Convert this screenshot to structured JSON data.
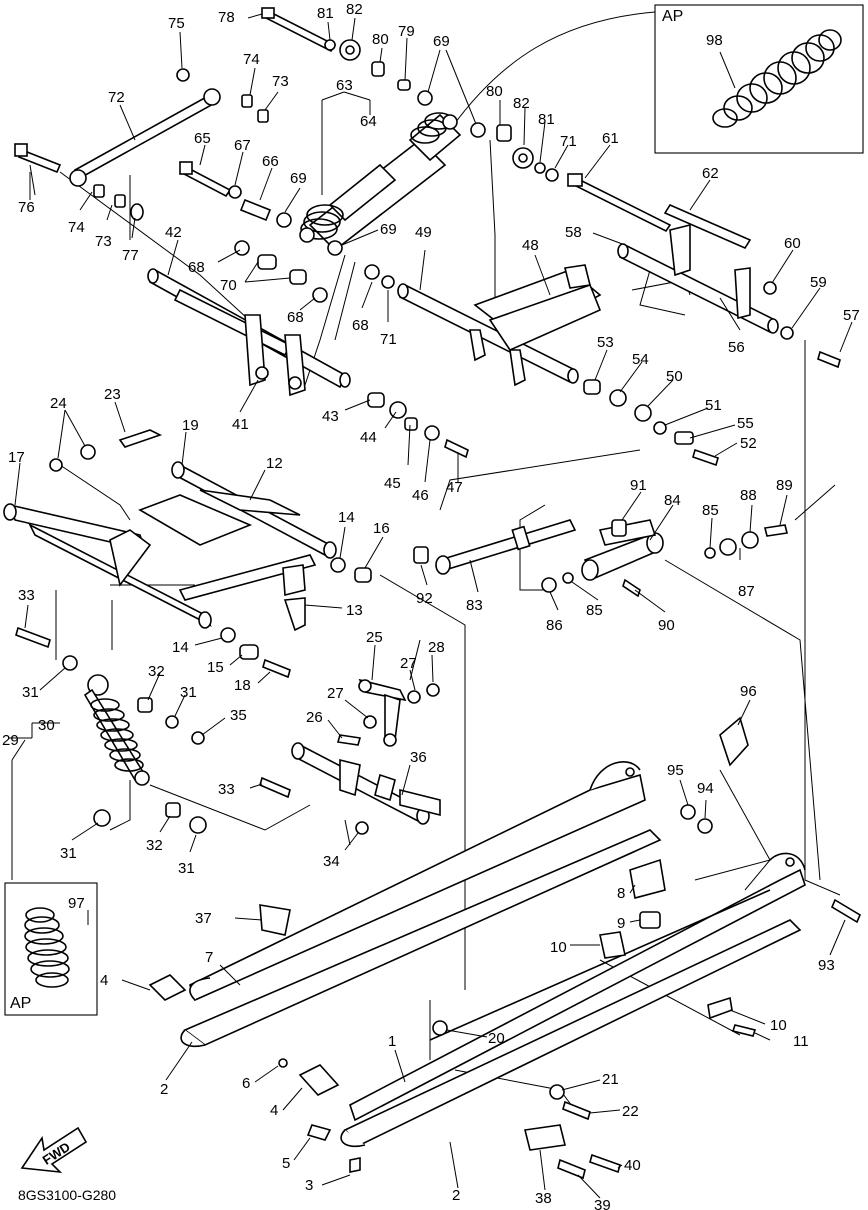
{
  "diagram": {
    "drawing_code": "8GS3100-G280",
    "fwd_label": "FWD",
    "inset_label": "AP",
    "callouts": {
      "c1": "1",
      "c2a": "2",
      "c2b": "2",
      "c3": "3",
      "c4a": "4",
      "c4b": "4",
      "c5": "5",
      "c6": "6",
      "c7": "7",
      "c8": "8",
      "c9": "9",
      "c10a": "10",
      "c10b": "10",
      "c11": "11",
      "c12": "12",
      "c13": "13",
      "c14a": "14",
      "c14b": "14",
      "c15": "15",
      "c16": "16",
      "c17": "17",
      "c18": "18",
      "c19": "19",
      "c20": "20",
      "c21": "21",
      "c22": "22",
      "c23": "23",
      "c24": "24",
      "c25": "25",
      "c26": "26",
      "c27a": "27",
      "c27b": "27",
      "c28": "28",
      "c29": "29",
      "c30": "30",
      "c31a": "31",
      "c31b": "31",
      "c31c": "31",
      "c31d": "31",
      "c32a": "32",
      "c32b": "32",
      "c33a": "33",
      "c33b": "33",
      "c34": "34",
      "c35": "35",
      "c36": "36",
      "c37": "37",
      "c38": "38",
      "c39": "39",
      "c40": "40",
      "c41": "41",
      "c42": "42",
      "c43": "43",
      "c44": "44",
      "c45": "45",
      "c46": "46",
      "c47": "47",
      "c48": "48",
      "c49": "49",
      "c50": "50",
      "c51": "51",
      "c52": "52",
      "c53": "53",
      "c54": "54",
      "c55": "55",
      "c56": "56",
      "c57": "57",
      "c58": "58",
      "c59": "59",
      "c60": "60",
      "c61": "61",
      "c62": "62",
      "c63": "63",
      "c64": "64",
      "c65": "65",
      "c66": "66",
      "c67": "67",
      "c68a": "68",
      "c68b": "68",
      "c68c": "68",
      "c69a": "69",
      "c69b": "69",
      "c69c": "69",
      "c70": "70",
      "c71a": "71",
      "c71b": "71",
      "c72": "72",
      "c73a": "73",
      "c73b": "73",
      "c74a": "74",
      "c74b": "74",
      "c75": "75",
      "c76": "76",
      "c77": "77",
      "c78": "78",
      "c79": "79",
      "c80a": "80",
      "c80b": "80",
      "c81a": "81",
      "c81b": "81",
      "c82a": "82",
      "c82b": "82",
      "c83": "83",
      "c84": "84",
      "c85a": "85",
      "c85b": "85",
      "c86": "86",
      "c87": "87",
      "c88": "88",
      "c89": "89",
      "c90": "90",
      "c91": "91",
      "c92": "92",
      "c93": "93",
      "c94": "94",
      "c95": "95",
      "c96": "96",
      "c97": "97",
      "c98": "98"
    }
  }
}
